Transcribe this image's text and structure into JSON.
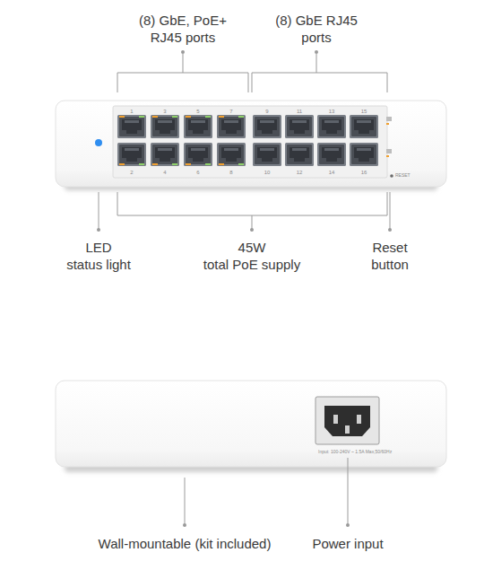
{
  "diagram": {
    "labels": [
      "(8) GbE, PoE+ RJ45 ports",
      "(8) GbE RJ45 ports",
      "1",
      "3",
      "5",
      "7",
      "9",
      "11",
      "13",
      "15",
      "2",
      "4",
      "6",
      "8",
      "10",
      "12",
      "14",
      "16",
      "RESET",
      "LED status light",
      "45W total PoE supply",
      "Reset button",
      "Input: 100-240V ~ 1.5A Max,50/60Hz",
      "Wall-mountable (kit included)",
      "Power input"
    ]
  }
}
